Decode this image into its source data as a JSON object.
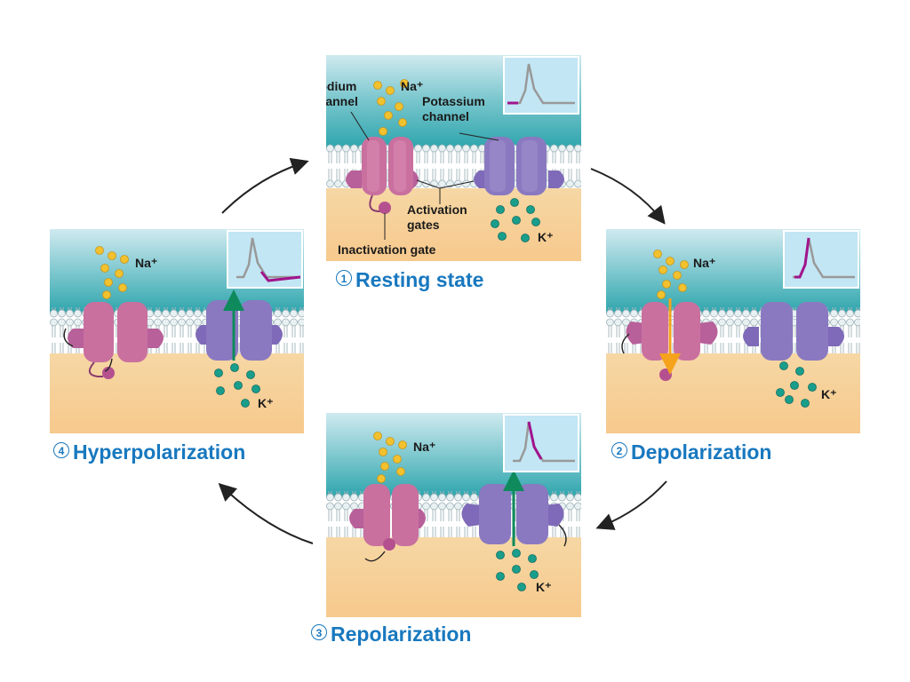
{
  "states": [
    {
      "number": "1",
      "label": "Resting state"
    },
    {
      "number": "2",
      "label": "Depolarization"
    },
    {
      "number": "3",
      "label": "Repolarization"
    },
    {
      "number": "4",
      "label": "Hyperpolarization"
    }
  ],
  "annotations": {
    "sodium_channel": "Sodium\nchannel",
    "potassium_channel": "Potassium\nchannel",
    "activation_gates": "Activation\ngates",
    "inactivation_gate": "Inactivation gate",
    "na": "Na⁺",
    "k": "K⁺"
  },
  "colors": {
    "label": "#1878bf",
    "sodium_channel": "#b8609a",
    "potassium_channel": "#7e6ab8",
    "na_ion": "#f2c12e",
    "k_ion": "#1a9e8c",
    "highlight_trace": "#a0148c"
  }
}
